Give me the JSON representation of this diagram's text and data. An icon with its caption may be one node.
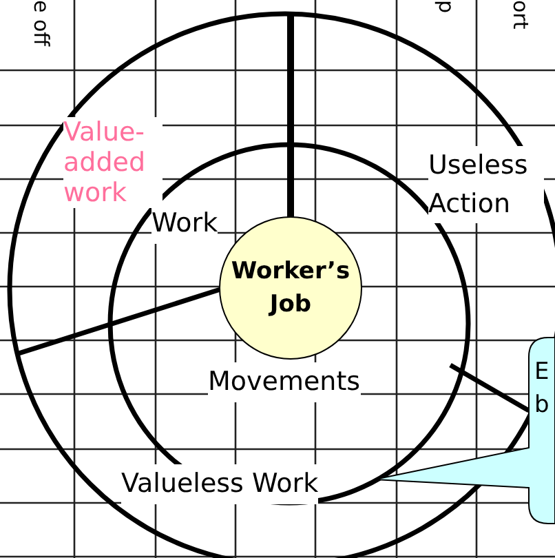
{
  "diagram": {
    "nodes": [
      {
        "text": [
          "Worker’s Job"
        ]
      },
      {
        "text": [
          "E b"
        ]
      }
    ],
    "edges": [],
    "labels": [
      "e off",
      "p",
      "ort",
      "Value-added work",
      "Useless Action",
      "Work",
      "Movements",
      "Valueless Work"
    ]
  }
}
